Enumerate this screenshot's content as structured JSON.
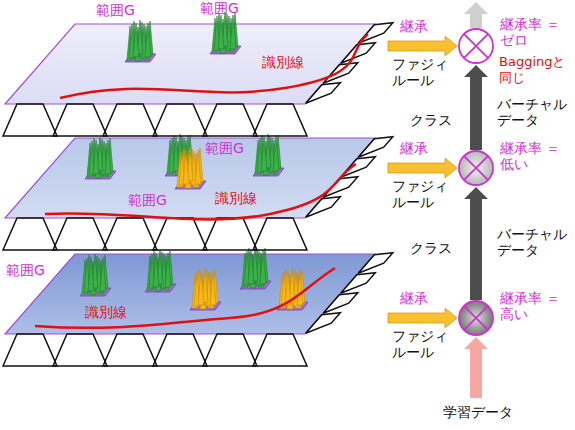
{
  "diagram": {
    "labels": [
      "範囲G",
      "範囲G",
      "識別線",
      "継承",
      "ファジィ ルール",
      "継承率 ＝ゼロ",
      "Baggingと 同じ",
      "クラス",
      "バーチャル データ",
      "範囲G",
      "範囲G",
      "識別線",
      "継承",
      "ファジィ ルール",
      "継承率 ＝低い",
      "クラス",
      "バーチャル データ",
      "範囲G",
      "識別線",
      "継承",
      "ファジィ ルール",
      "継承率 ＝高い",
      "学習データ"
    ]
  }
}
